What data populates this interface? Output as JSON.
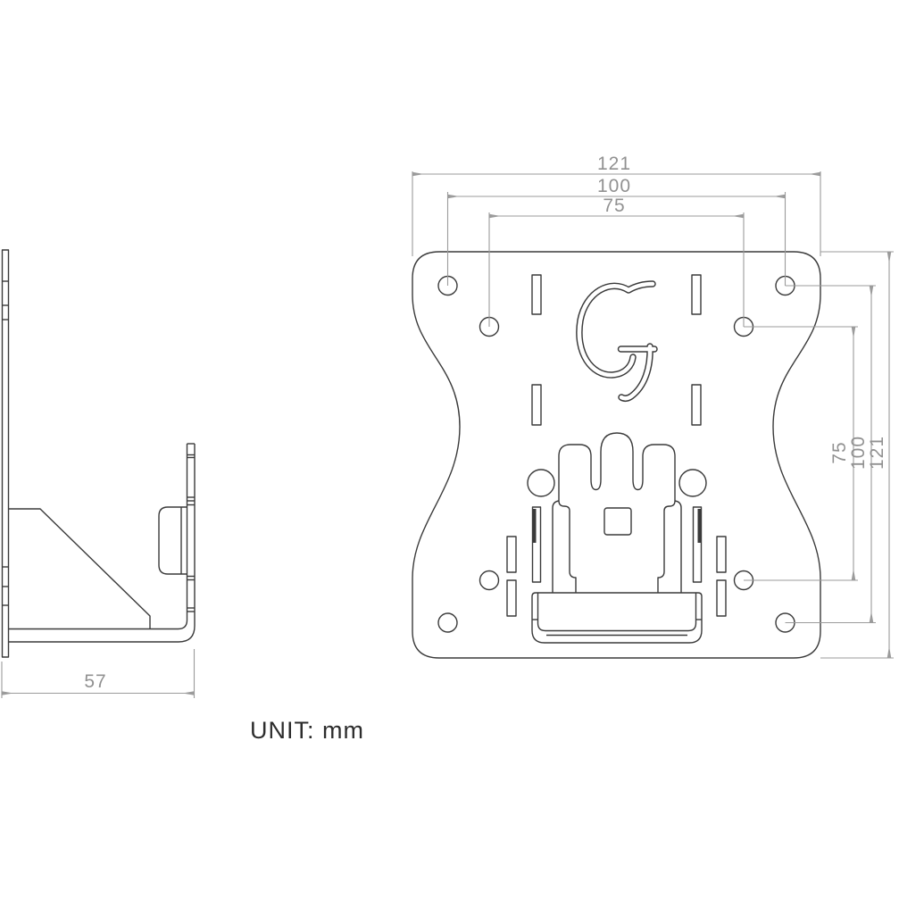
{
  "drawing": {
    "front_view": {
      "top_dimensions": [
        "121",
        "100",
        "75"
      ],
      "right_dimensions": [
        "75",
        "100",
        "121"
      ],
      "logo_letter": "G"
    },
    "side_view": {
      "depth_dimension": "57"
    },
    "unit_note": "UNIT: mm"
  },
  "colors": {
    "background": "#ffffff",
    "part_line": "#3a3a3a",
    "dimension_line": "#9b9b9b",
    "dimension_text": "#919191",
    "note_text": "#2d2d2d"
  }
}
